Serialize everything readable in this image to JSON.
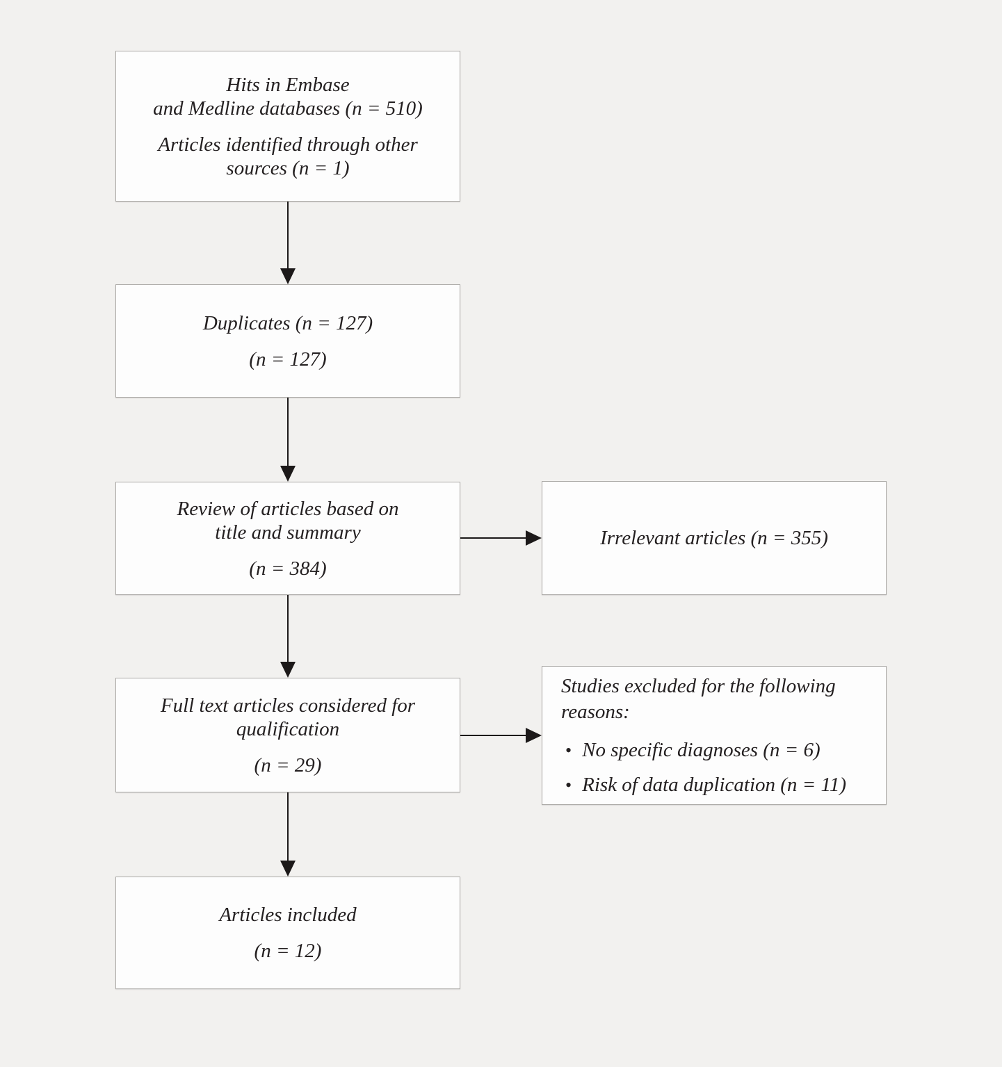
{
  "meta": {
    "background_color": "#f2f1ef",
    "box_background": "#fdfdfd",
    "box_border_color": "#aaa8a5",
    "text_color": "#242021",
    "arrow_color": "#1c1919",
    "bullet_char": "•"
  },
  "chart_type": "flow-diagram",
  "boxes": {
    "identification": {
      "para1": [
        "Hits in Embase",
        "and Medline databases (n = 510)"
      ],
      "para2": [
        "Articles identified through other",
        "sources (n = 1)"
      ]
    },
    "duplicates": {
      "para1": [
        "Duplicates (n = 127)"
      ],
      "para2": [
        "(n = 127)"
      ]
    },
    "title_summary_review": {
      "para1": [
        "Review of articles based on",
        "title and summary"
      ],
      "para2": [
        "(n = 384)"
      ]
    },
    "full_text": {
      "para1": [
        "Full text articles considered for",
        "qualification"
      ],
      "para2": [
        "(n = 29)"
      ]
    },
    "included": {
      "para1": [
        "Articles included"
      ],
      "para2": [
        "(n = 12)"
      ]
    },
    "irrelevant": {
      "para1": [
        "Irrelevant articles (n = 355)"
      ]
    },
    "excluded": {
      "heading": [
        "Studies excluded for the following",
        "reasons:"
      ],
      "bullets": [
        "No specific diagnoses (n = 6)",
        "Risk of data duplication (n = 11)"
      ]
    }
  }
}
